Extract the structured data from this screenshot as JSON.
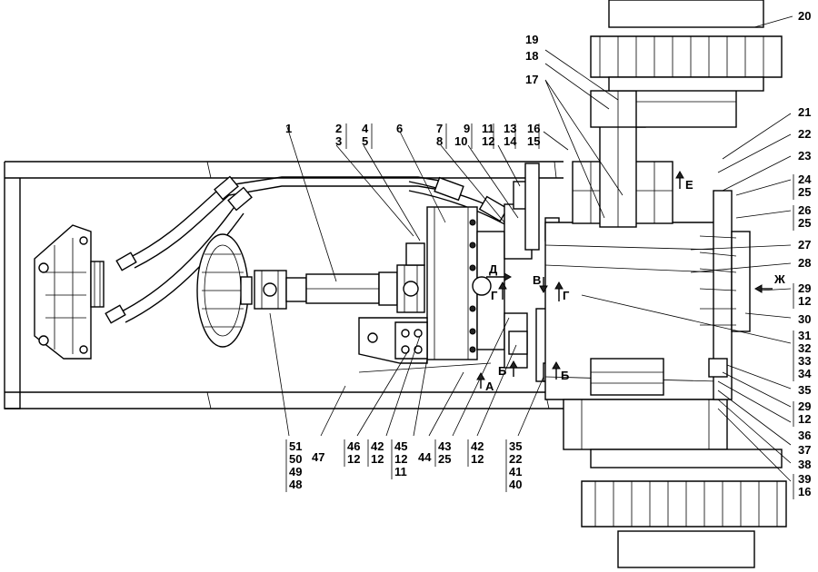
{
  "callouts": {
    "c1": "1",
    "c2": "2",
    "c3": "3",
    "c4": "4",
    "c5": "5",
    "c6": "6",
    "c7": "7",
    "c8": "8",
    "c9": "9",
    "c10": "10",
    "c11": "11",
    "c12": "12",
    "c13": "13",
    "c14": "14",
    "c16": "16",
    "c15": "15",
    "c17": "17",
    "c18": "18",
    "c19": "19",
    "c20": "20",
    "c21": "21",
    "c22": "22",
    "c23": "23",
    "c24": "24",
    "c25a": "25",
    "c26": "26",
    "c25b": "25",
    "c27": "27",
    "c28": "28",
    "c29a": "29",
    "c12a": "12",
    "c30": "30",
    "c31": "31",
    "c32": "32",
    "c33": "33",
    "c34": "34",
    "c35r": "35",
    "c29b": "29",
    "c12b": "12",
    "c36": "36",
    "c37": "37",
    "c38": "38",
    "c39": "39",
    "c16b": "16",
    "c47": "47",
    "b51": "51",
    "b50": "50",
    "b49": "49",
    "b48": "48",
    "b46": "46",
    "b12a": "12",
    "b42a": "42",
    "b12b": "12",
    "b45": "45",
    "b12c": "12",
    "b11": "11",
    "b44": "44",
    "b43": "43",
    "b25": "25",
    "b42b": "42",
    "b12d": "12",
    "b35": "35",
    "b22": "22",
    "b41": "41",
    "b40": "40"
  },
  "view_marks": {
    "A": "А",
    "B1": "Б",
    "B2": "Б",
    "V": "В",
    "G1": "Г",
    "G2": "Г",
    "D": "Д",
    "E": "Е",
    "ZH": "Ж"
  }
}
